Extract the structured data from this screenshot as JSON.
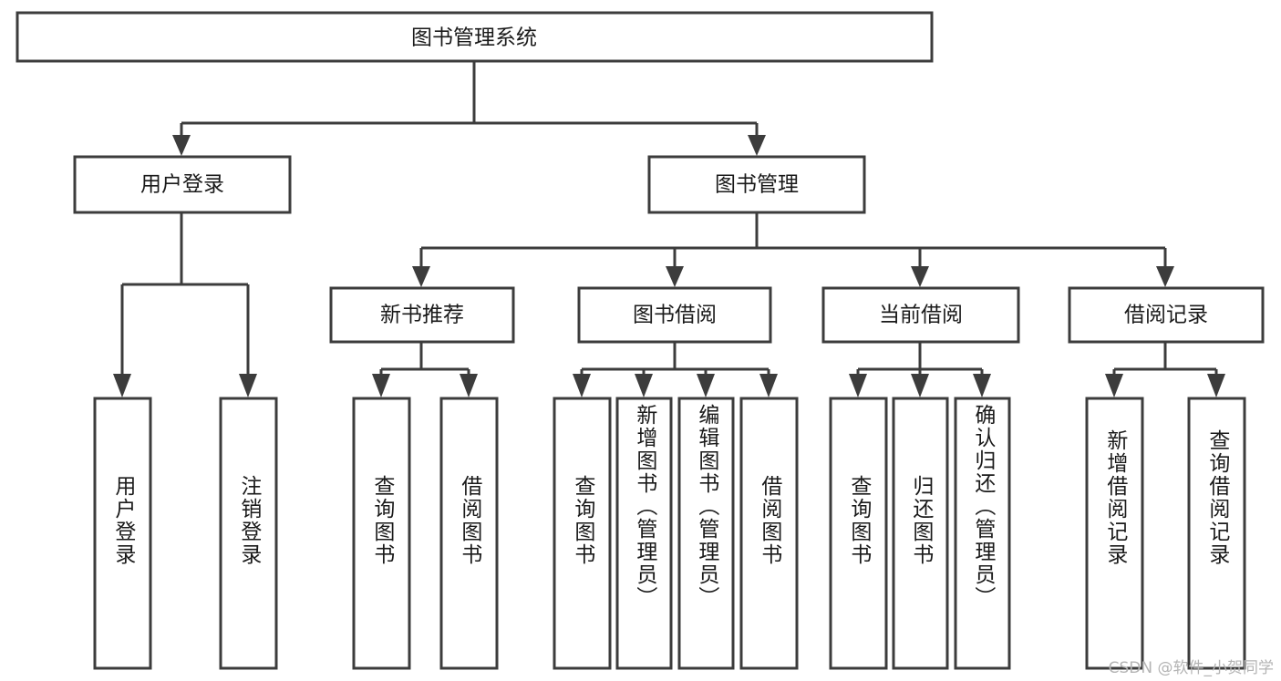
{
  "diagram": {
    "type": "tree-hierarchy-chart",
    "title": "图书管理系统",
    "orientation": "top-down",
    "colors": {
      "box_fill": "#ffffff",
      "box_stroke": "#3c3c3c",
      "text": "#1a1a1a",
      "background": "#ffffff",
      "watermark": "#b4b4b4"
    },
    "root": {
      "label": "图书管理系统"
    },
    "level2": [
      {
        "label": "用户登录"
      },
      {
        "label": "图书管理"
      }
    ],
    "level3": [
      {
        "label": "新书推荐"
      },
      {
        "label": "图书借阅"
      },
      {
        "label": "当前借阅"
      },
      {
        "label": "借阅记录"
      }
    ],
    "leaves": {
      "user_login": [
        {
          "label": "用户登录"
        },
        {
          "label": "注销登录"
        }
      ],
      "new_book_recommend": [
        {
          "label": "查询图书"
        },
        {
          "label": "借阅图书"
        }
      ],
      "book_borrow": [
        {
          "label": "查询图书"
        },
        {
          "label": "新增图书（管理员）"
        },
        {
          "label": "编辑图书（管理员）"
        },
        {
          "label": "借阅图书"
        }
      ],
      "current_borrow": [
        {
          "label": "查询图书"
        },
        {
          "label": "归还图书"
        },
        {
          "label": "确认归还（管理员）"
        }
      ],
      "borrow_records": [
        {
          "label": "新增借阅记录"
        },
        {
          "label": "查询借阅记录"
        }
      ]
    }
  },
  "watermark": {
    "text": "CSDN @软件_小贺同学"
  }
}
